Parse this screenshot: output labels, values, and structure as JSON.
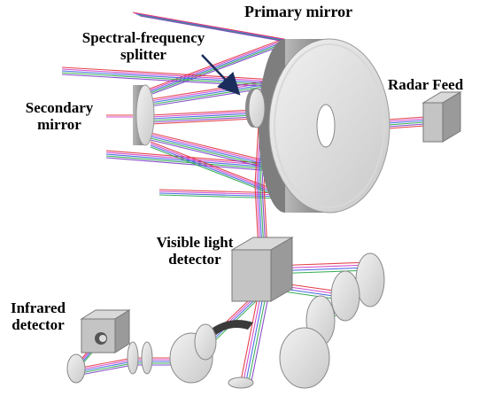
{
  "labels": {
    "primary_mirror": "Primary mirror",
    "splitter_line1": "Spectral-frequency",
    "splitter_line2": "splitter",
    "radar_feed": "Radar Feed",
    "secondary_line1": "Secondary",
    "secondary_line2": "mirror",
    "visible_line1": "Visible light",
    "visible_line2": "detector",
    "infrared_line1": "Infrared",
    "infrared_line2": "detector"
  },
  "colors": {
    "mirror_face": "#e6e6e6",
    "mirror_edge": "#9a9a9a",
    "mirror_dark": "#6e6e6e",
    "arrow": "#1b2d5c",
    "ray_red": "#e0303a",
    "ray_magenta": "#d23cc8",
    "ray_blue": "#3a5fe0",
    "ray_green": "#2aa84a",
    "ray_purple": "#7a3cc8"
  }
}
